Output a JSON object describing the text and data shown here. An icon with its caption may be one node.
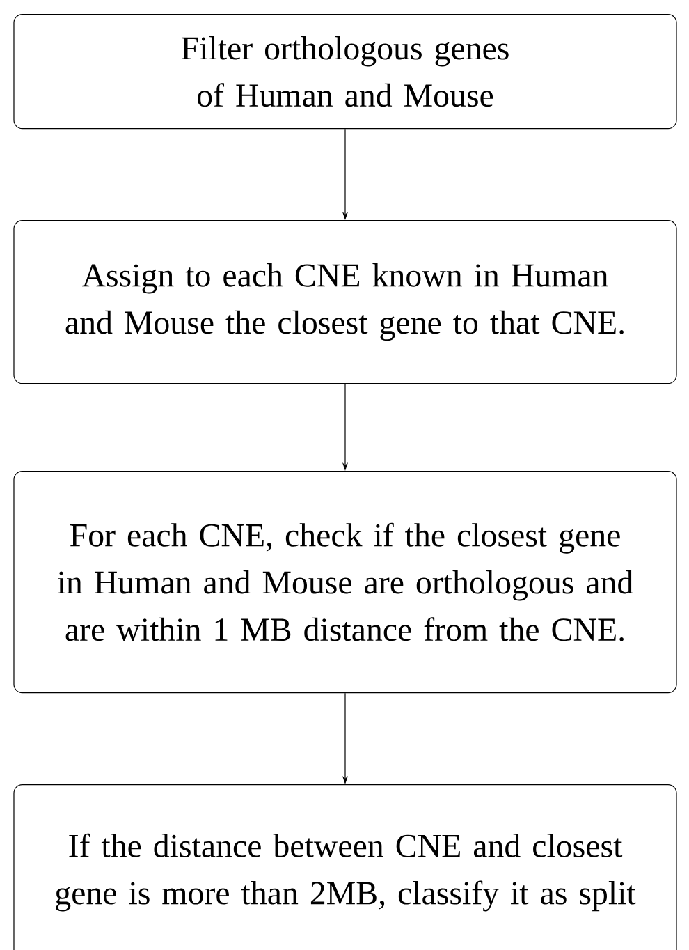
{
  "diagram": {
    "nodes": [
      {
        "text": [
          "Filter orthologous genes of Human and Mouse"
        ]
      },
      {
        "text": [
          "Assign to each CNE known in Human and Mouse the closest gene to that CNE."
        ]
      },
      {
        "text": [
          "For each CNE, check if the closest gene in Human and Mouse are orthologous and are within 1 MB distance from the CNE."
        ]
      },
      {
        "text": [
          "If the distance between CNE and closest gene is more than 2MB, classify it as split"
        ]
      }
    ],
    "edges": [
      {
        "from": 0,
        "to": 1,
        "arrow": "to"
      },
      {
        "from": 1,
        "to": 2,
        "arrow": "to"
      },
      {
        "from": 2,
        "to": 3,
        "arrow": "to"
      }
    ]
  }
}
